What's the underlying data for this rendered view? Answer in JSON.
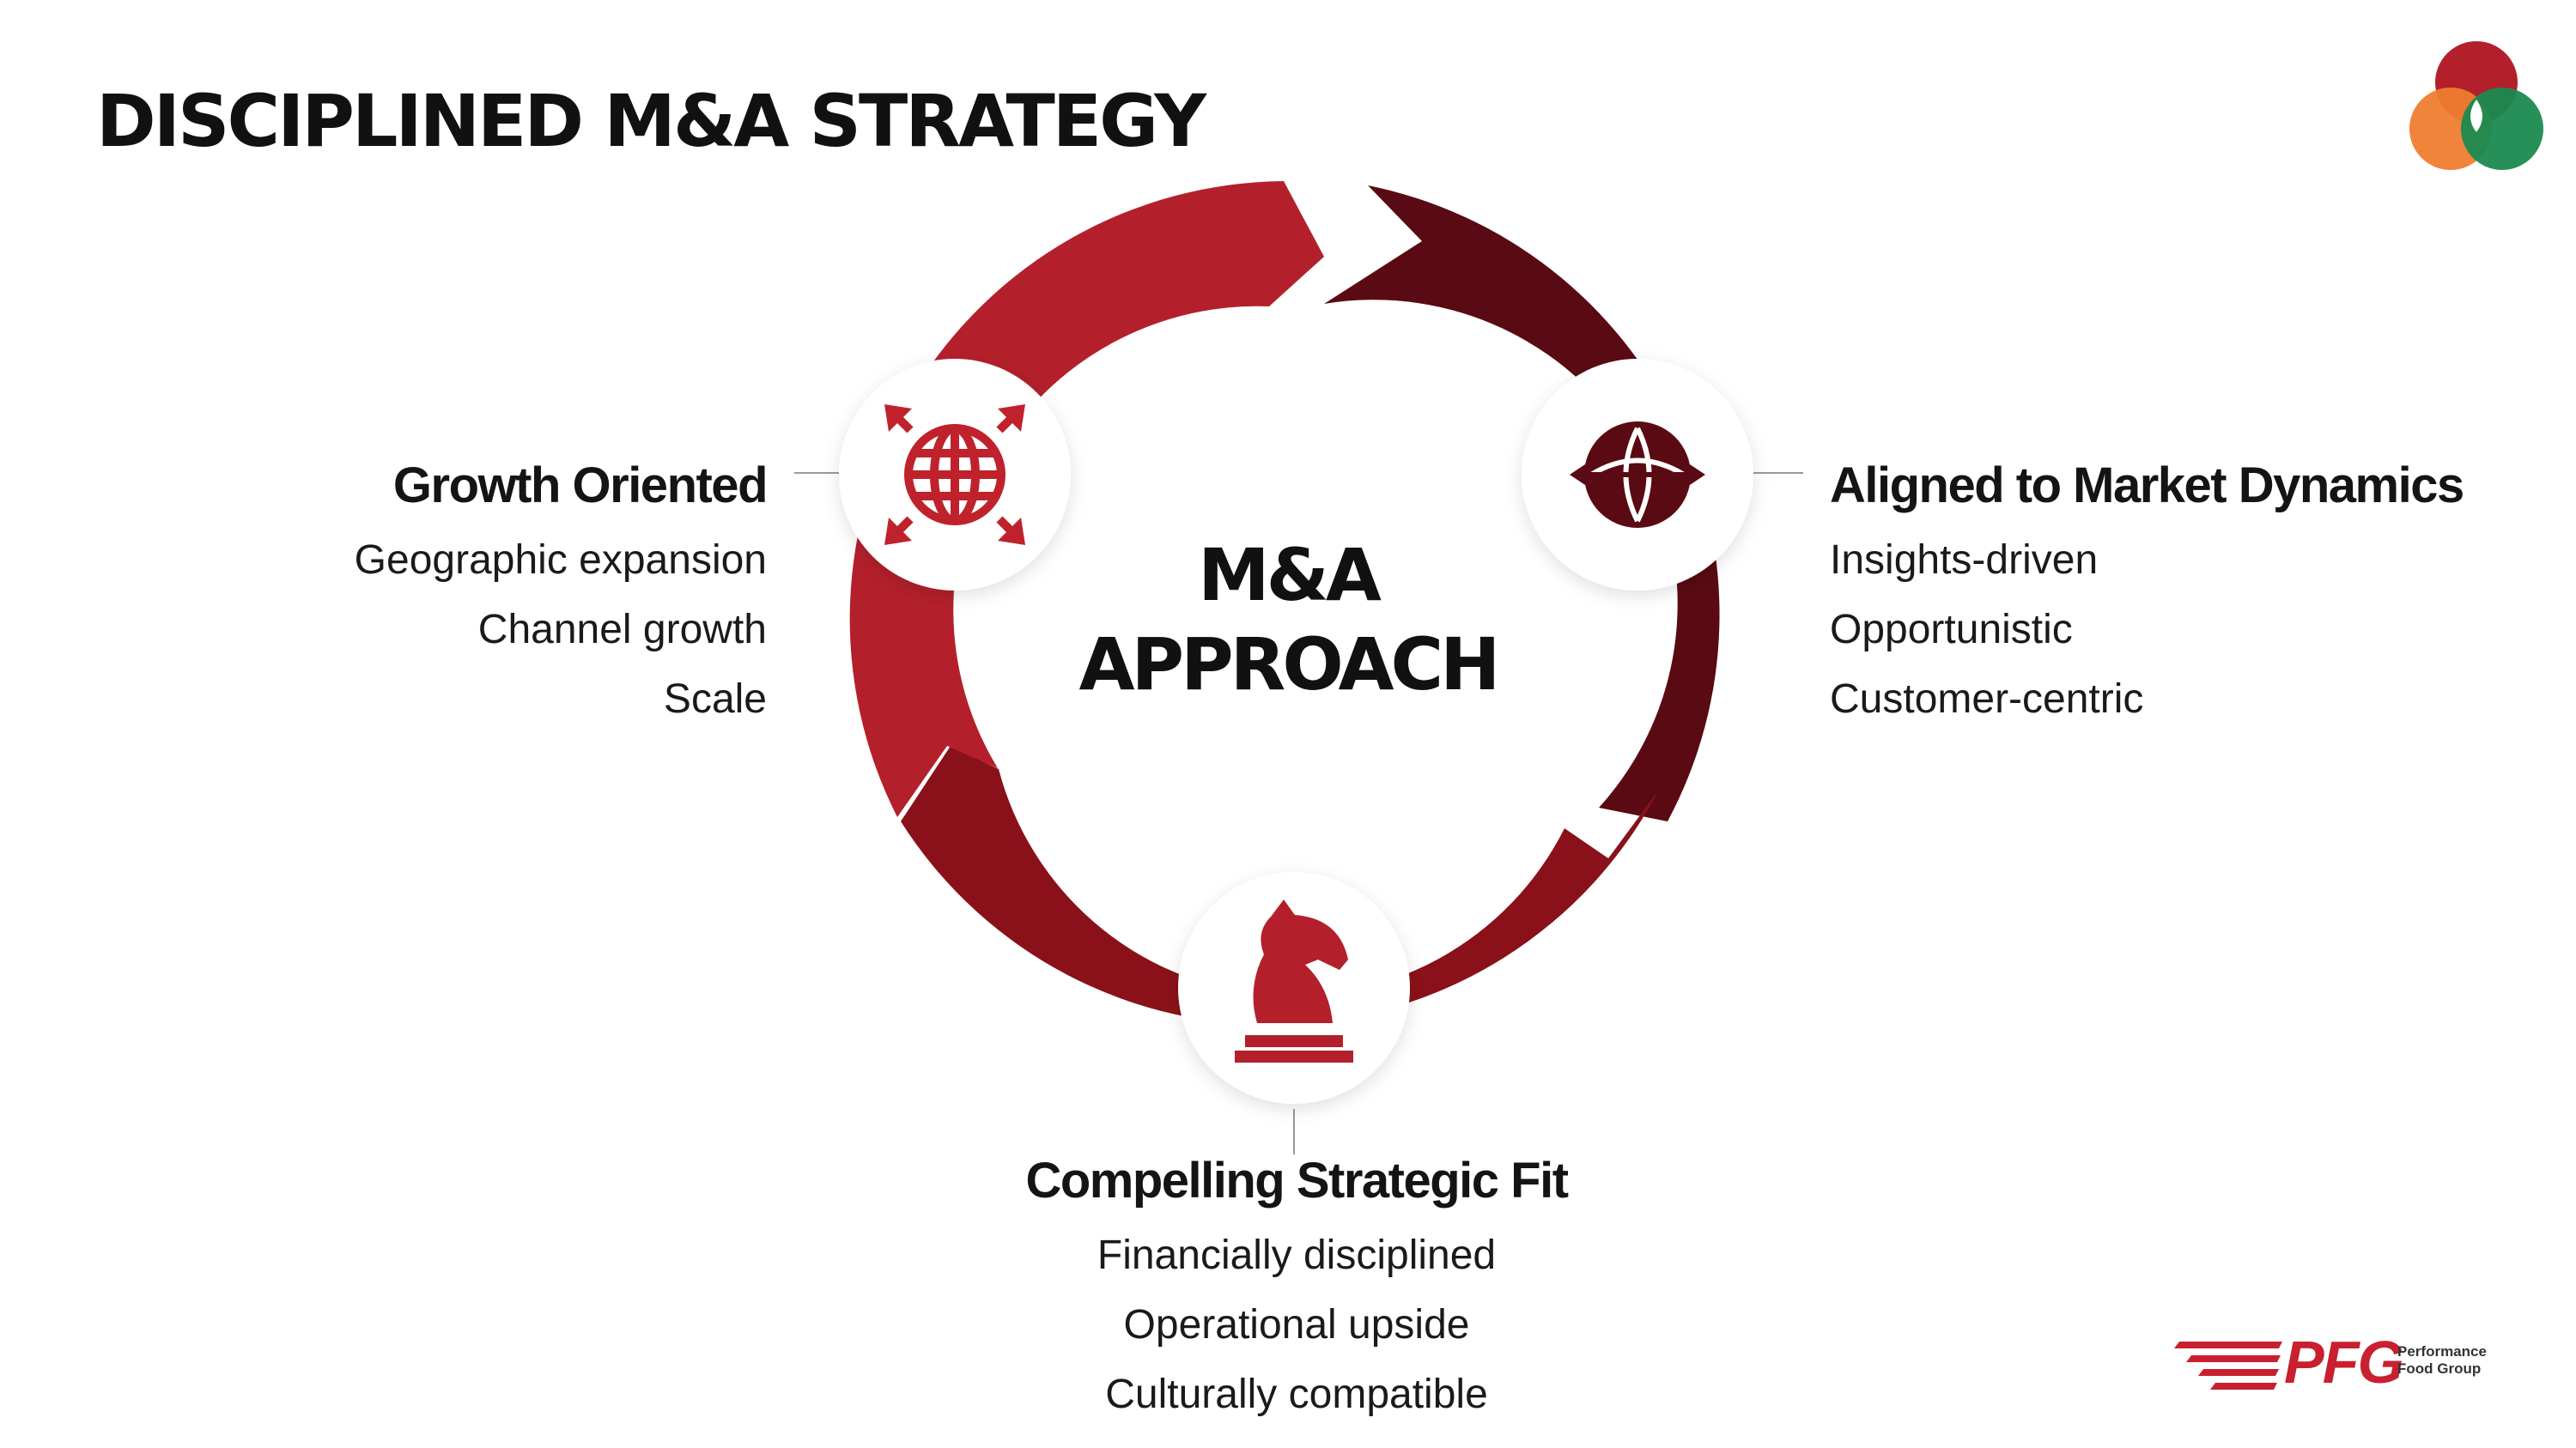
{
  "title": "DISCIPLINED M&A STRATEGY",
  "center": {
    "line1": "M&A",
    "line2": "APPROACH"
  },
  "pillars": {
    "growth": {
      "title": "Growth Oriented",
      "items": [
        "Geographic expansion",
        "Channel growth",
        "Scale"
      ],
      "icon": "globe-expand-icon"
    },
    "market": {
      "title": "Aligned to Market Dynamics",
      "items": [
        "Insights-driven",
        "Opportunistic",
        "Customer-centric"
      ],
      "icon": "globe-arrows-icon"
    },
    "fit": {
      "title": "Compelling Strategic Fit",
      "items": [
        "Financially disciplined",
        "Operational upside",
        "Culturally compatible"
      ],
      "icon": "chess-knight-icon"
    }
  },
  "logo": {
    "letters": "PFG",
    "company_line1": "Performance",
    "company_line2": "Food Group"
  },
  "colors": {
    "red": "#b3202b",
    "dark_red": "#5a0a12",
    "crimson": "#8a1119",
    "icon": "#c0222c",
    "venn_red": "#b3202b",
    "venn_orange": "#ef7d30",
    "venn_green": "#1a8a4f"
  }
}
